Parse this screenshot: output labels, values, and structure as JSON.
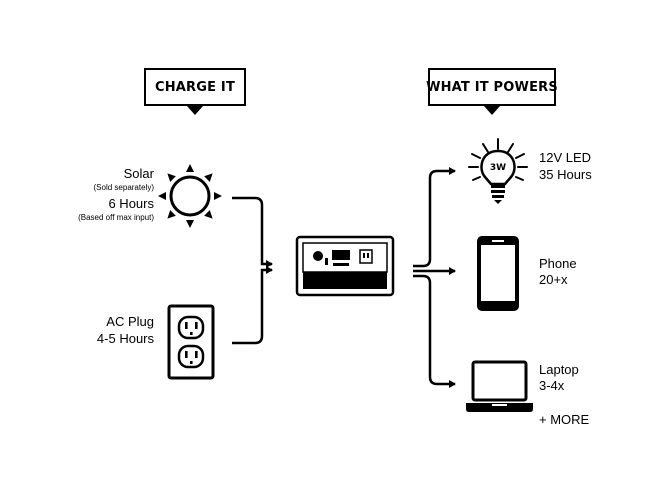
{
  "headers": {
    "charge": "CHARGE IT",
    "powers": "WHAT IT POWERS"
  },
  "inputs": {
    "solar": {
      "name": "Solar",
      "note": "(Sold separately)",
      "time": "6 Hours",
      "time_note": "(Based off max input)",
      "icon": "sun-icon"
    },
    "ac": {
      "name": "AC Plug",
      "time": "4-5 Hours",
      "icon": "outlet-icon"
    }
  },
  "center": {
    "icon": "power-station-icon"
  },
  "outputs": {
    "led": {
      "name": "12V LED",
      "value": "35 Hours",
      "badge": "3W",
      "icon": "lightbulb-icon"
    },
    "phone": {
      "name": "Phone",
      "value": "20+x",
      "icon": "phone-icon"
    },
    "laptop": {
      "name": "Laptop",
      "value": "3-4x",
      "icon": "laptop-icon"
    },
    "more": "+ MORE"
  }
}
